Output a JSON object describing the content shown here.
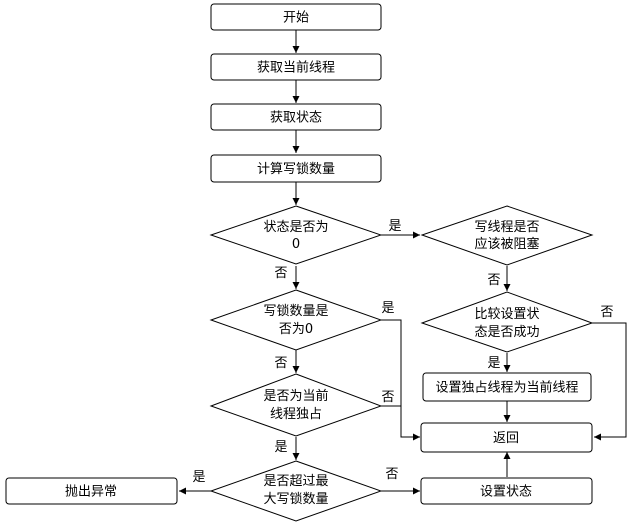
{
  "nodes": {
    "start": "开始",
    "get_thread": "获取当前线程",
    "get_state": "获取状态",
    "calc_write_count": "计算写锁数量",
    "state_is_zero": [
      "状态是否为",
      "0"
    ],
    "write_count_zero": [
      "写锁数量是",
      "否为0"
    ],
    "exclusive_by_current": [
      "是否为当前",
      "线程独占"
    ],
    "exceeds_max": [
      "是否超过最",
      "大写锁数量"
    ],
    "should_block": [
      "写线程是否",
      "应该被阻塞"
    ],
    "cas_success": [
      "比较设置状",
      "态是否成功"
    ],
    "set_owner": "设置独占线程为当前线程",
    "return": "返回",
    "set_state": "设置状态",
    "throw": "抛出异常"
  },
  "edge_labels": {
    "yes": "是",
    "no": "否"
  }
}
